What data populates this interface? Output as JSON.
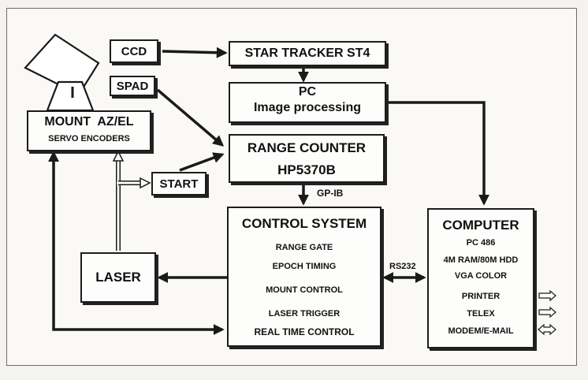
{
  "blocks": {
    "ccd": "CCD",
    "spad": "SPAD",
    "star_tracker": "STAR TRACKER ST4",
    "pc_line1": "PC",
    "pc_line2": "Image processing",
    "mount_title": "MOUNT  AZ/EL",
    "mount_sub": "SERVO ENCODERS",
    "range_counter_line1": "RANGE COUNTER",
    "range_counter_line2": "HP5370B",
    "start": "START",
    "laser": "LASER",
    "control_title": "CONTROL SYSTEM",
    "control_items": [
      "RANGE GATE",
      "EPOCH TIMING",
      "MOUNT CONTROL",
      "LASER TRIGGER",
      "REAL TIME CONTROL"
    ],
    "computer_title": "COMPUTER",
    "computer_specs": [
      "PC 486",
      "4M RAM/80M HDD",
      "VGA COLOR"
    ],
    "computer_ports": [
      "PRINTER",
      "TELEX",
      "MODEM/E-MAIL"
    ]
  },
  "links": {
    "gpib": "GP-IB",
    "rs232": "RS232"
  }
}
